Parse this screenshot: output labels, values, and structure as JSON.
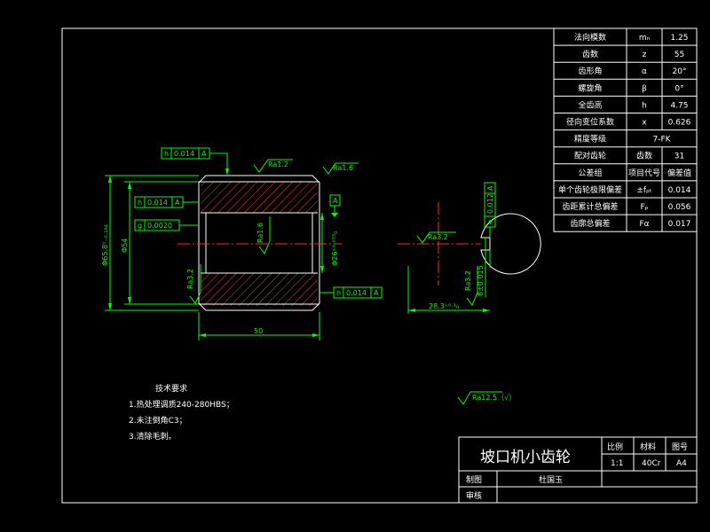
{
  "colors": {
    "background": "#000000",
    "line": "#ffffff",
    "dimension": "#00ff00",
    "centerline": "#ff2a2a"
  },
  "param_table": [
    {
      "name": "法向模数",
      "symbol": "mₙ",
      "value": "1.25"
    },
    {
      "name": "齿数",
      "symbol": "z",
      "value": "55"
    },
    {
      "name": "齿形角",
      "symbol": "α",
      "value": "20°"
    },
    {
      "name": "螺旋角",
      "symbol": "β",
      "value": "0°"
    },
    {
      "name": "全齿高",
      "symbol": "h",
      "value": "4.75"
    },
    {
      "name": "径向变位系数",
      "symbol": "x",
      "value": "0.626"
    },
    {
      "name": "精度等级",
      "symbol": "",
      "value": "7-FK"
    },
    {
      "name": "配对齿轮",
      "symbol": "齿数",
      "value": "31"
    },
    {
      "name": "公差组",
      "symbol": "项目代号",
      "value": "偏差值"
    },
    {
      "name": "单个齿轮极限偏差",
      "symbol": "±fₚₜ",
      "value": "0.014"
    },
    {
      "name": "齿距累计总偏差",
      "symbol": "Fₚ",
      "value": "0.056"
    },
    {
      "name": "齿廓总偏差",
      "symbol": "Fα",
      "value": "0.017"
    }
  ],
  "tolerance_frames": {
    "top": {
      "symbol": "h",
      "value": "0.014",
      "datum": "A"
    },
    "left1": {
      "symbol": "h",
      "value": "0.014",
      "datum": "A"
    },
    "left2": {
      "symbol": "g",
      "value": "0.0020"
    },
    "right": {
      "symbol": "h",
      "value": "0.014",
      "datum": "A"
    },
    "keyway": {
      "symbol": "≡",
      "value": "0.012",
      "datum": "A"
    },
    "datum_label": "A"
  },
  "roughness": {
    "top": "Ra1.2",
    "top_right": "Ra1.6",
    "bore": "Ra1.6",
    "face": "Ra3.2",
    "keyway": "Ra3.2",
    "keyway_side": "Ra3.2",
    "general": "Ra12.5（√）"
  },
  "dims": {
    "width": "50",
    "outer_diameter": "Φ65.8⁰₋₀.₁₉₄",
    "root_diameter": "Φ54",
    "bore_diameter": "Φ26⁺⁰·⁰³³₀",
    "keyway_depth": "28.3⁺⁰·¹₀",
    "keyway_width": "8±0.015"
  },
  "tech_req": {
    "title": "技术要求",
    "items": [
      "1.热处理调质240-280HBS；",
      "2.未注倒角C3；",
      "3.清除毛刺。"
    ]
  },
  "title_block": {
    "part_name": "坡口机小齿轮",
    "scale_label": "比例",
    "material_label": "材料",
    "drawing_no_label": "图号",
    "scale": "1:1",
    "material": "40Cr",
    "drawing_no": "A4",
    "drawn_label": "制图",
    "drawn_by": "杜国玉",
    "review_label": "审核"
  }
}
